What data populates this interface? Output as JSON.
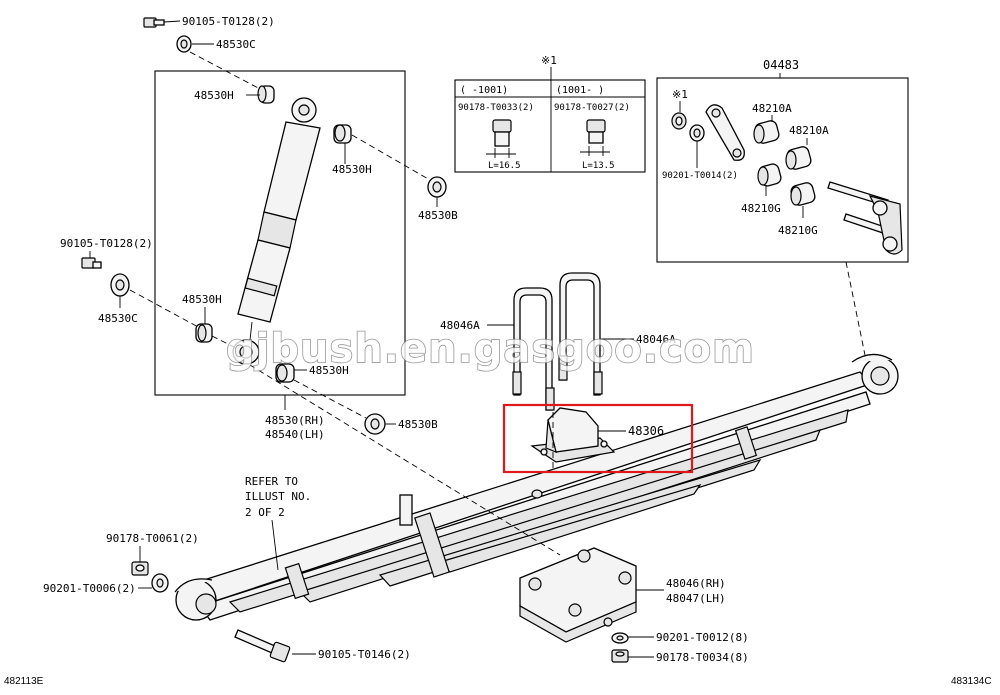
{
  "labels": {
    "bolt_top": "90105-T0128(2)",
    "washer_top": "48530C",
    "bush_h1": "48530H",
    "bush_h2": "48530H",
    "washer_b1": "48530B",
    "bolt_left": "90105-T0128(2)",
    "washer_left": "48530C",
    "bush_h3": "48530H",
    "bush_h4": "48530H",
    "absorber": "48530(RH)",
    "absorber2": "48540(LH)",
    "washer_b2": "48530B",
    "refer1": "REFER TO",
    "refer2": "ILLUST NO.",
    "refer3": "2 OF 2",
    "nut_left": "90178-T0061(2)",
    "washer_lower_left": "90201-T0006(2)",
    "bolt_bottom": "90105-T0146(2)",
    "ubolt_left": "48046A",
    "ubolt_right": "48046A",
    "bumper": "48306",
    "seat1": "48046(RH)",
    "seat2": "48047(LH)",
    "washer_seat": "90201-T0012(8)",
    "nut_seat": "90178-T0034(8)",
    "kit": "04483",
    "star_note": "※1",
    "star_note2": "※1",
    "shackle_washer": "90201-T0014(2)",
    "bush_a1": "48210A",
    "bush_a2": "48210A",
    "bush_g1": "48210G",
    "bush_g2": "48210G"
  },
  "nut_table": {
    "col1_header": "(   -1001)",
    "col2_header": "(1001-   )",
    "col1_part": "90178-T0033(2)",
    "col2_part": "90178-T0027(2)",
    "col1_len": "L=16.5",
    "col2_len": "L=13.5"
  },
  "watermark": "gjbush.en.gasgoo.com",
  "illust_codes": {
    "left": "482113E",
    "right": "483134C"
  },
  "colors": {
    "highlight": "#e0171b",
    "line": "#000000"
  }
}
